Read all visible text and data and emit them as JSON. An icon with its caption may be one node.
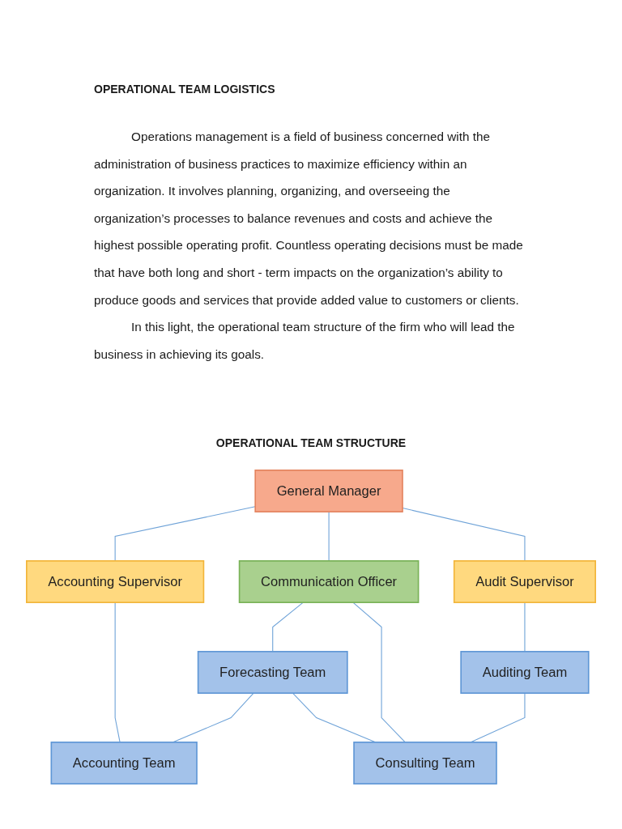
{
  "diagram": {
    "title": "OPERATIONAL TEAM STRUCTURE",
    "nodes": [
      {
        "text": [
          "General Manager"
        ]
      },
      {
        "text": [
          "Communication Officer"
        ]
      },
      {
        "text": [
          "Accounting Supervisor"
        ]
      },
      {
        "text": [
          "Audit Supervisor"
        ]
      },
      {
        "text": [
          "Accounting Team"
        ]
      },
      {
        "text": [
          "Forecasting Team"
        ]
      },
      {
        "text": [
          "Consulting Team"
        ]
      },
      {
        "text": [
          "Auditing Team"
        ]
      }
    ],
    "edges": [
      {
        "from": 0,
        "to": 2,
        "arrow": "none"
      },
      {
        "from": 0,
        "to": 1,
        "arrow": "none"
      },
      {
        "from": 0,
        "to": 3,
        "arrow": "none"
      },
      {
        "from": 2,
        "to": 4,
        "arrow": "none"
      },
      {
        "from": 1,
        "to": 5,
        "arrow": "none"
      },
      {
        "from": 1,
        "to": 6,
        "arrow": "none"
      },
      {
        "from": 3,
        "to": 7,
        "arrow": "none"
      },
      {
        "from": 5,
        "to": 4,
        "arrow": "none"
      },
      {
        "from": 5,
        "to": 6,
        "arrow": "none"
      },
      {
        "from": 7,
        "to": 6,
        "arrow": "none"
      }
    ],
    "labels": [
      "OPERATIONAL TEAM LOGISTICS",
      "Operations management is a field of business concerned with the administration of business practices to maximize efficiency within an organization. It involves planning, organizing, and overseeing the organization’s processes to balance revenues and costs and achieve the highest possible operating profit. Countless operating decisions must be made that have both long and short - term impacts on the organization’s ability to produce goods and services that provide added value to customers or clients.",
      "In this light, the operational team structure of the firm who will lead the business in achieving its goals."
    ]
  }
}
